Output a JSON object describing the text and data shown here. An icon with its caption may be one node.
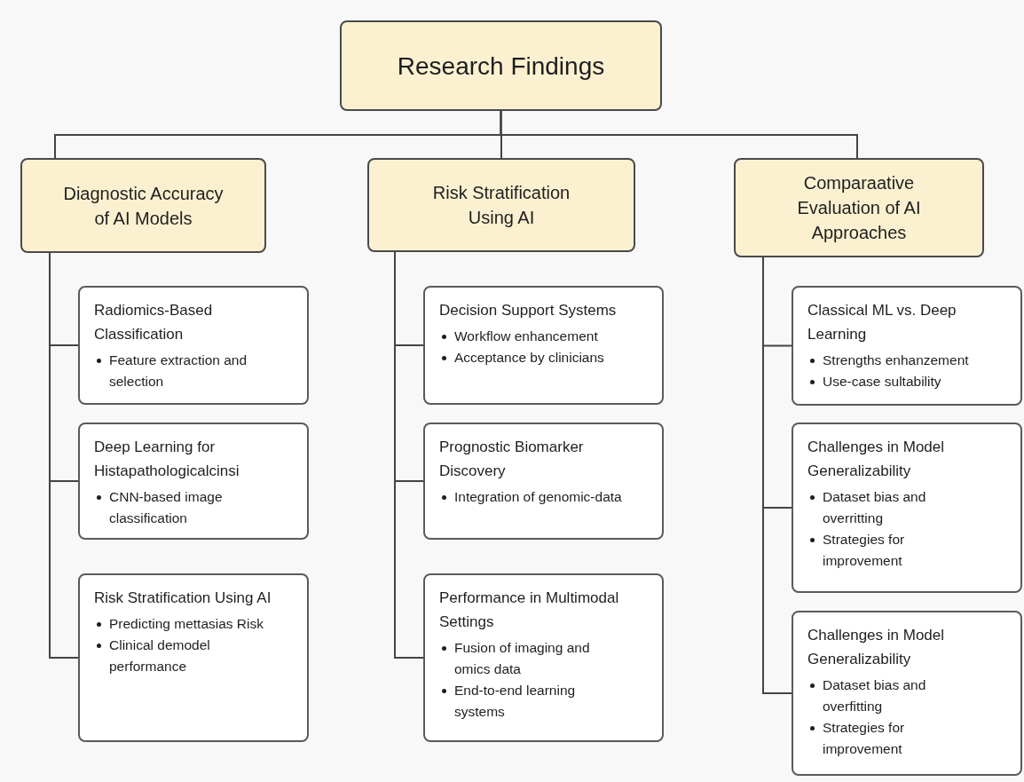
{
  "diagram": {
    "nodes": [
      {
        "text": [
          "Research Findings"
        ]
      },
      {
        "text": [
          "Diagnostic Accuracy of AI Models"
        ]
      },
      {
        "text": [
          "Risk Stratification Using AI"
        ]
      },
      {
        "text": [
          "Comparaative Evaluation of AI Approaches"
        ]
      },
      {
        "text": [
          "Radiomics-Based Classification",
          "Feature extraction and selection"
        ]
      },
      {
        "text": [
          "Deep Learning for Histapathologicalcinsi",
          "CNN-based image classification"
        ]
      },
      {
        "text": [
          "Risk Stratification Using AI",
          "Predicting mettasias Risk",
          "Clinical demodel performance"
        ]
      },
      {
        "text": [
          "Decision Support Systems",
          "Workflow enhancement",
          "Acceptance by clinicians"
        ]
      },
      {
        "text": [
          "Prognostic Biomarker Discovery",
          "Integration of genomic-data"
        ]
      },
      {
        "text": [
          "Performance in Multimodal Settings",
          "Fusion of imaging and omics data",
          "End-to-end learning systems"
        ]
      },
      {
        "text": [
          "Classical ML vs. Deep Learning",
          "Strengths enhanzement",
          "Use-case sultability"
        ]
      },
      {
        "text": [
          "Challenges in Model Generalizability",
          "Dataset bias and overritting",
          "Strategies for improvement"
        ]
      },
      {
        "text": [
          "Challenges in Model Generalizability",
          "Dataset bias and overfitting",
          "Strategies for improvement"
        ]
      }
    ],
    "edges": [
      {
        "from": 0,
        "to": 1,
        "arrow": "none"
      },
      {
        "from": 0,
        "to": 2,
        "arrow": "none"
      },
      {
        "from": 0,
        "to": 3,
        "arrow": "none"
      },
      {
        "from": 1,
        "to": 4,
        "arrow": "none"
      },
      {
        "from": 1,
        "to": 5,
        "arrow": "none"
      },
      {
        "from": 1,
        "to": 6,
        "arrow": "none"
      },
      {
        "from": 2,
        "to": 7,
        "arrow": "none"
      },
      {
        "from": 2,
        "to": 8,
        "arrow": "none"
      },
      {
        "from": 2,
        "to": 9,
        "arrow": "none"
      },
      {
        "from": 3,
        "to": 10,
        "arrow": "none"
      },
      {
        "from": 3,
        "to": 11,
        "arrow": "none"
      },
      {
        "from": 3,
        "to": 12,
        "arrow": "none"
      }
    ]
  }
}
